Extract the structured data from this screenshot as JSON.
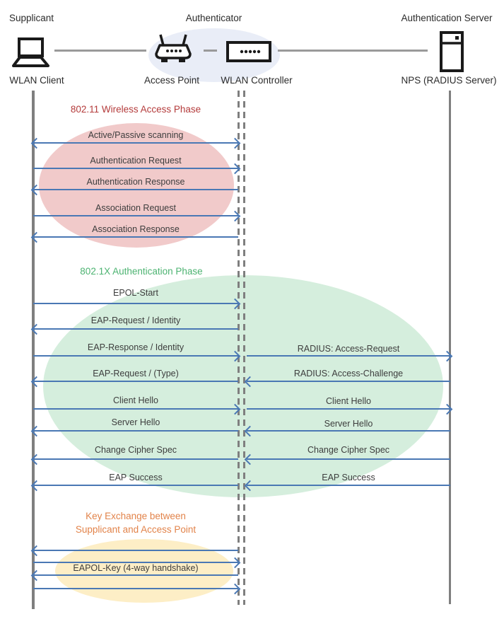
{
  "diagram": {
    "roles": {
      "supplicant": "Supplicant",
      "authenticator": "Authenticator",
      "auth_server": "Authentication Server"
    },
    "nodes": {
      "wlan_client": "WLAN Client",
      "access_point": "Access Point",
      "wlan_controller": "WLAN Controller",
      "nps": "NPS (RADIUS Server)"
    },
    "icons": [
      "laptop-icon",
      "access-point-icon",
      "wlan-controller-icon",
      "server-icon"
    ],
    "phase1": {
      "title": "802.11 Wireless Access Phase",
      "title_color": "#b43b3b",
      "fill": "#f1caca"
    },
    "phase2": {
      "title": "802.1X Authentication Phase",
      "title_color": "#4cb371",
      "fill": "#d5eedd"
    },
    "phase3": {
      "title_line1": "Key Exchange between",
      "title_line2": "Supplicant and Access Point",
      "title_color": "#e2834a",
      "fill": "#fdeec6",
      "key_label": "EAPOL-Key (4-way handshake)",
      "arrow_directions": [
        "left",
        "right",
        "left",
        "right"
      ]
    },
    "left_messages": [
      {
        "label": "Active/Passive scanning",
        "direction": "both"
      },
      {
        "label": "Authentication Request",
        "direction": "right"
      },
      {
        "label": "Authentication Response",
        "direction": "left"
      },
      {
        "label": "Association Request",
        "direction": "right"
      },
      {
        "label": "Association Response",
        "direction": "left"
      },
      {
        "label": "EPOL-Start",
        "direction": "right"
      },
      {
        "label": "EAP-Request / Identity",
        "direction": "left"
      },
      {
        "label": "EAP-Response / Identity",
        "direction": "right"
      },
      {
        "label": "EAP-Request / (Type)",
        "direction": "left"
      },
      {
        "label": "Client Hello",
        "direction": "right"
      },
      {
        "label": "Server Hello",
        "direction": "left"
      },
      {
        "label": "Change Cipher Spec",
        "direction": "left"
      },
      {
        "label": "EAP Success",
        "direction": "left"
      }
    ],
    "right_messages": [
      {
        "label": "RADIUS: Access-Request",
        "direction": "right"
      },
      {
        "label": "RADIUS: Access-Challenge",
        "direction": "left"
      },
      {
        "label": "Client Hello",
        "direction": "right"
      },
      {
        "label": "Server Hello",
        "direction": "left"
      },
      {
        "label": "Change Cipher Spec",
        "direction": "left"
      },
      {
        "label": "EAP Success",
        "direction": "left"
      }
    ],
    "colors": {
      "arrow": "#4a78b4",
      "lifeline": "#7f7f7f",
      "authenticator_halo": "#e9edf7"
    }
  }
}
